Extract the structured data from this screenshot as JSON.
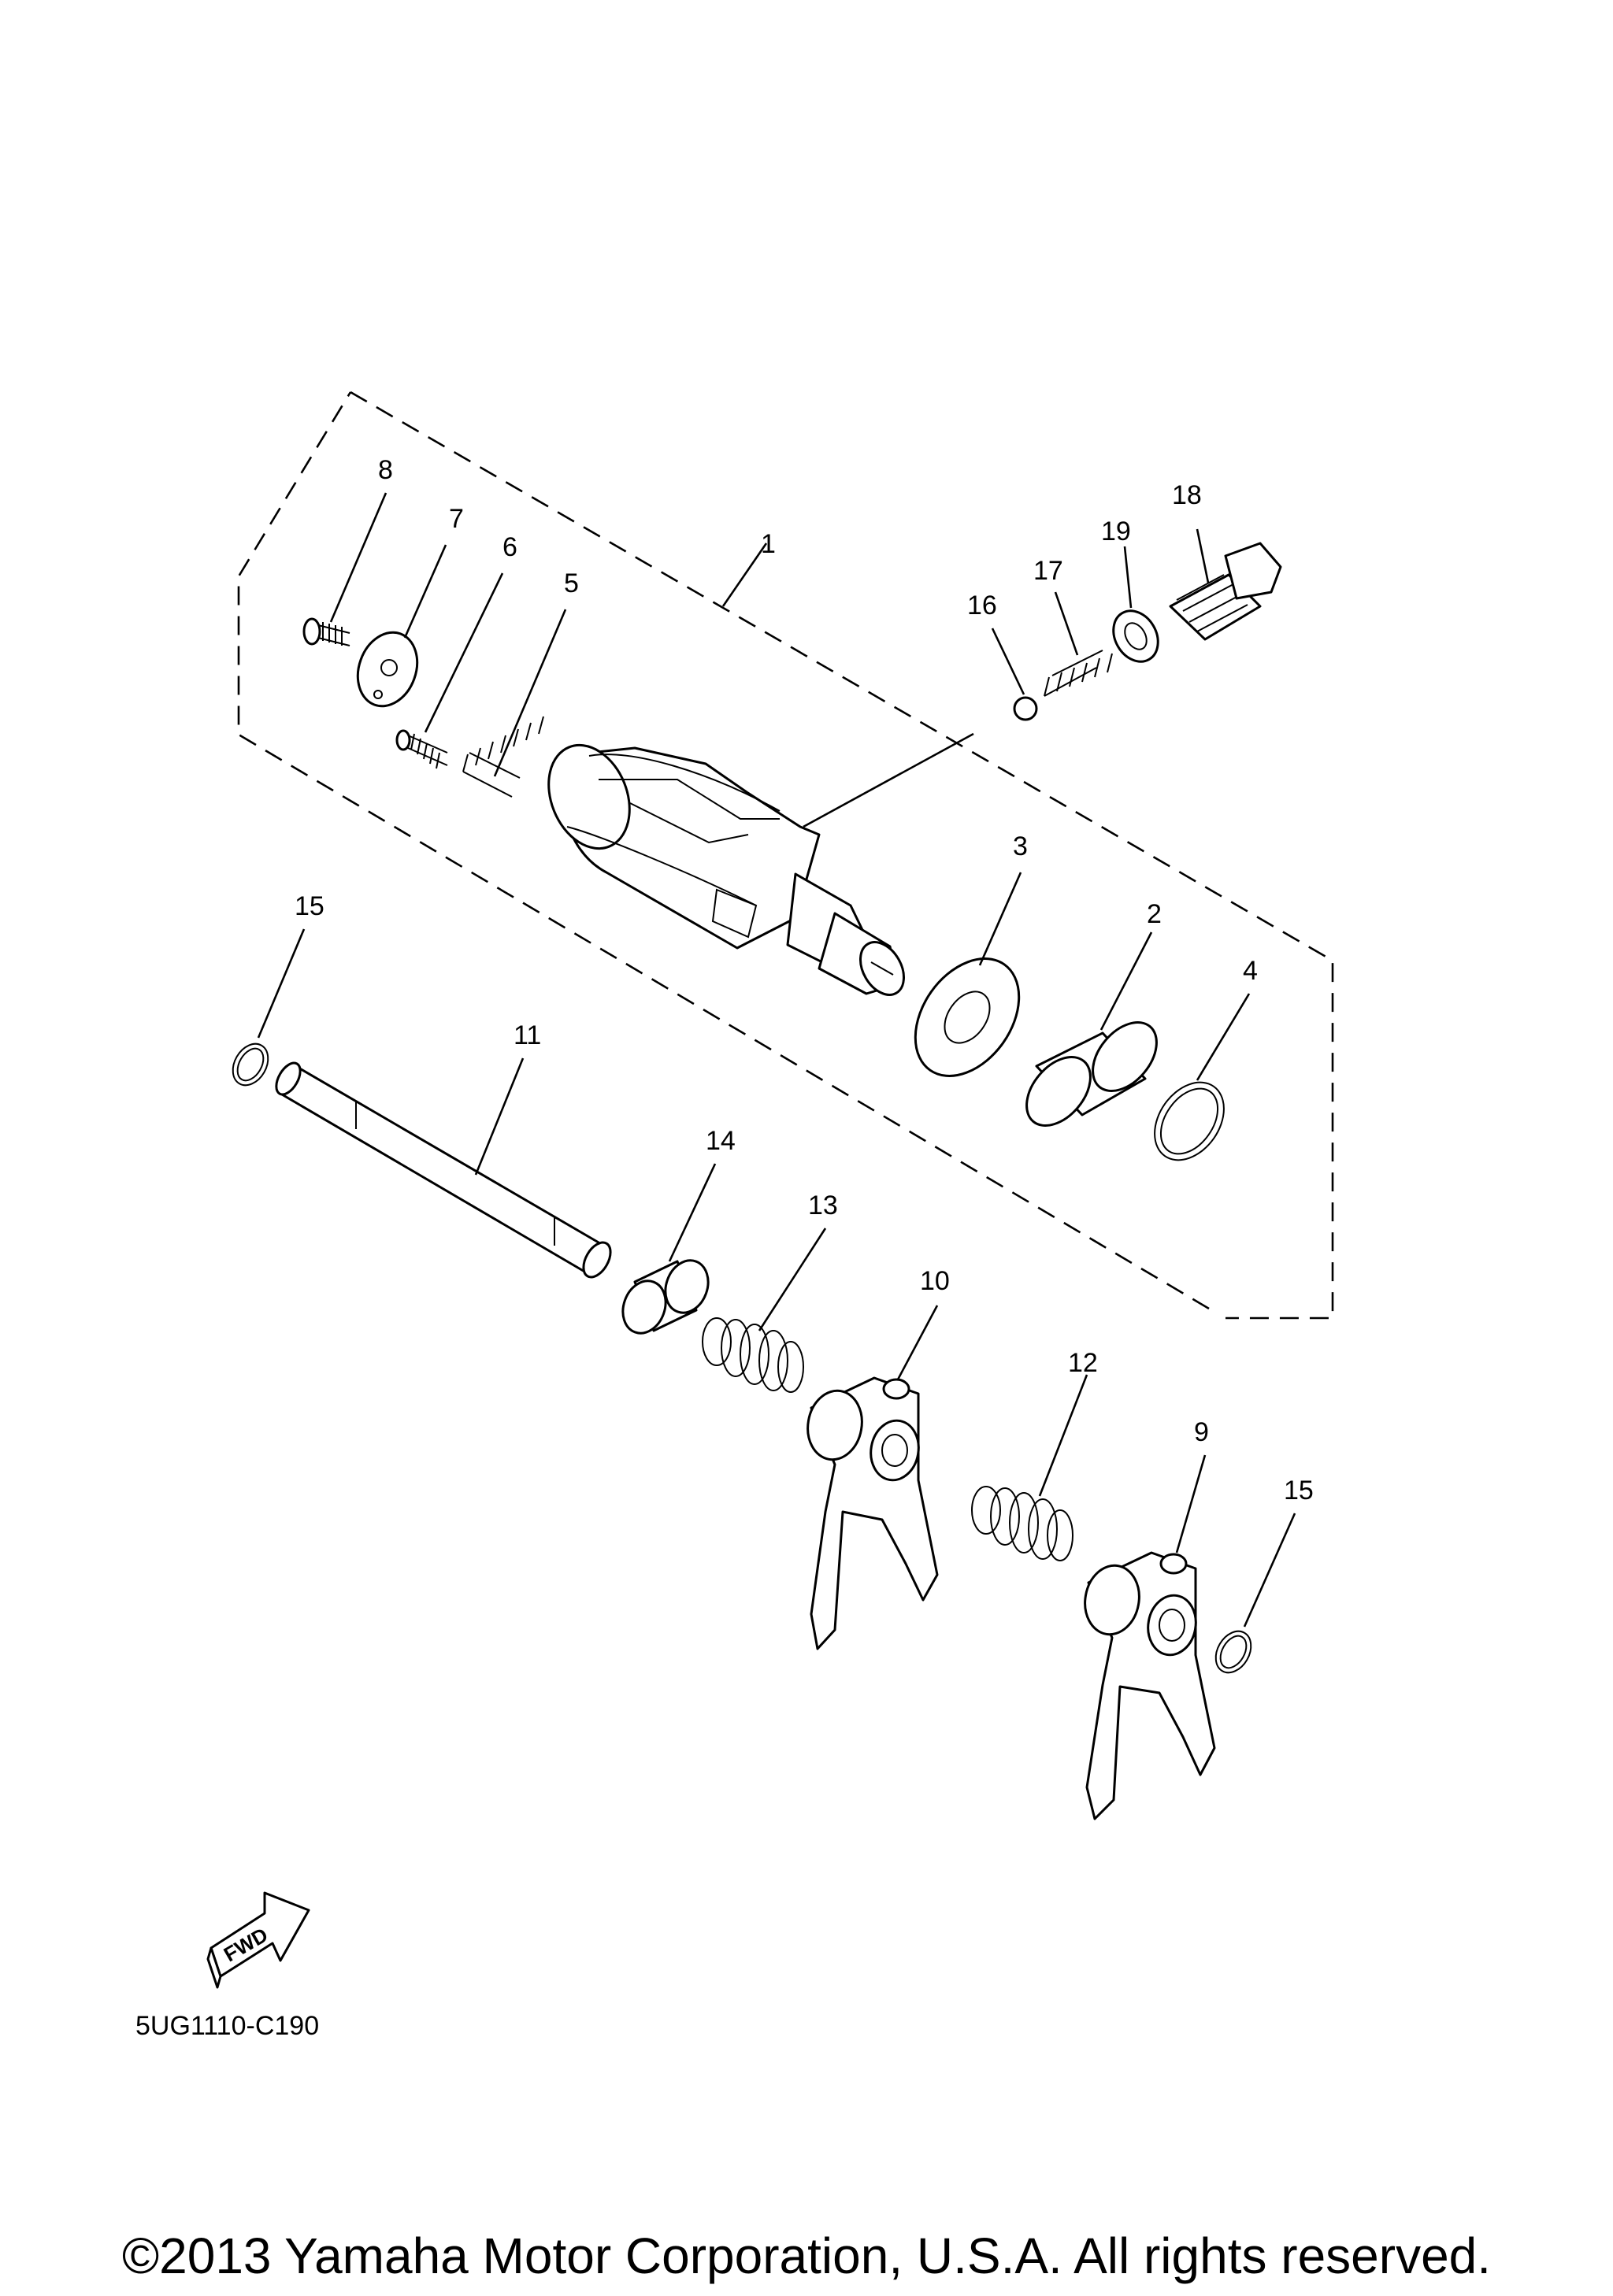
{
  "callouts": {
    "c1": "1",
    "c2": "2",
    "c3": "3",
    "c4": "4",
    "c5": "5",
    "c6": "6",
    "c7": "7",
    "c8": "8",
    "c9": "9",
    "c10": "10",
    "c11": "11",
    "c12": "12",
    "c13": "13",
    "c14": "14",
    "c15a": "15",
    "c15b": "15",
    "c16": "16",
    "c17": "17",
    "c18": "18",
    "c19": "19"
  },
  "fwd_badge": "FWD",
  "diagram_code": "5UG1110-C190",
  "copyright": "©2013 Yamaha Motor Corporation, U.S.A. All rights reserved."
}
